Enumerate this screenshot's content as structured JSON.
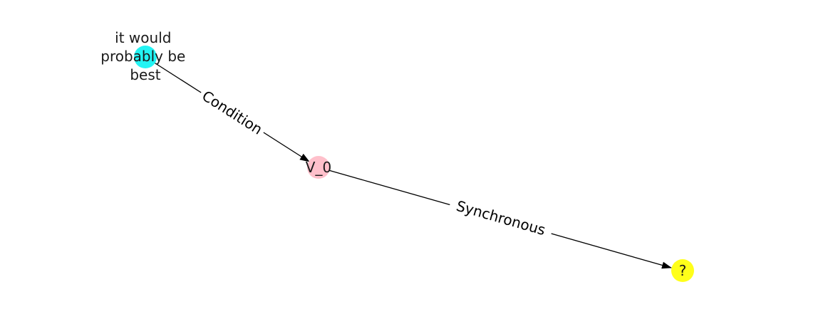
{
  "diagram": {
    "nodes": [
      {
        "id": "n1",
        "label_lines": [
          "it would",
          "probably be",
          "best"
        ],
        "color": "#22f4f4"
      },
      {
        "id": "n2",
        "label_lines": [
          "V_0"
        ],
        "color": "#ffc0cb"
      },
      {
        "id": "n3",
        "label_lines": [
          "?"
        ],
        "color": "#ffff1a"
      }
    ],
    "edges": [
      {
        "from": "n1",
        "to": "n2",
        "label": "Condition"
      },
      {
        "from": "n2",
        "to": "n3",
        "label": "Synchronous"
      }
    ]
  }
}
